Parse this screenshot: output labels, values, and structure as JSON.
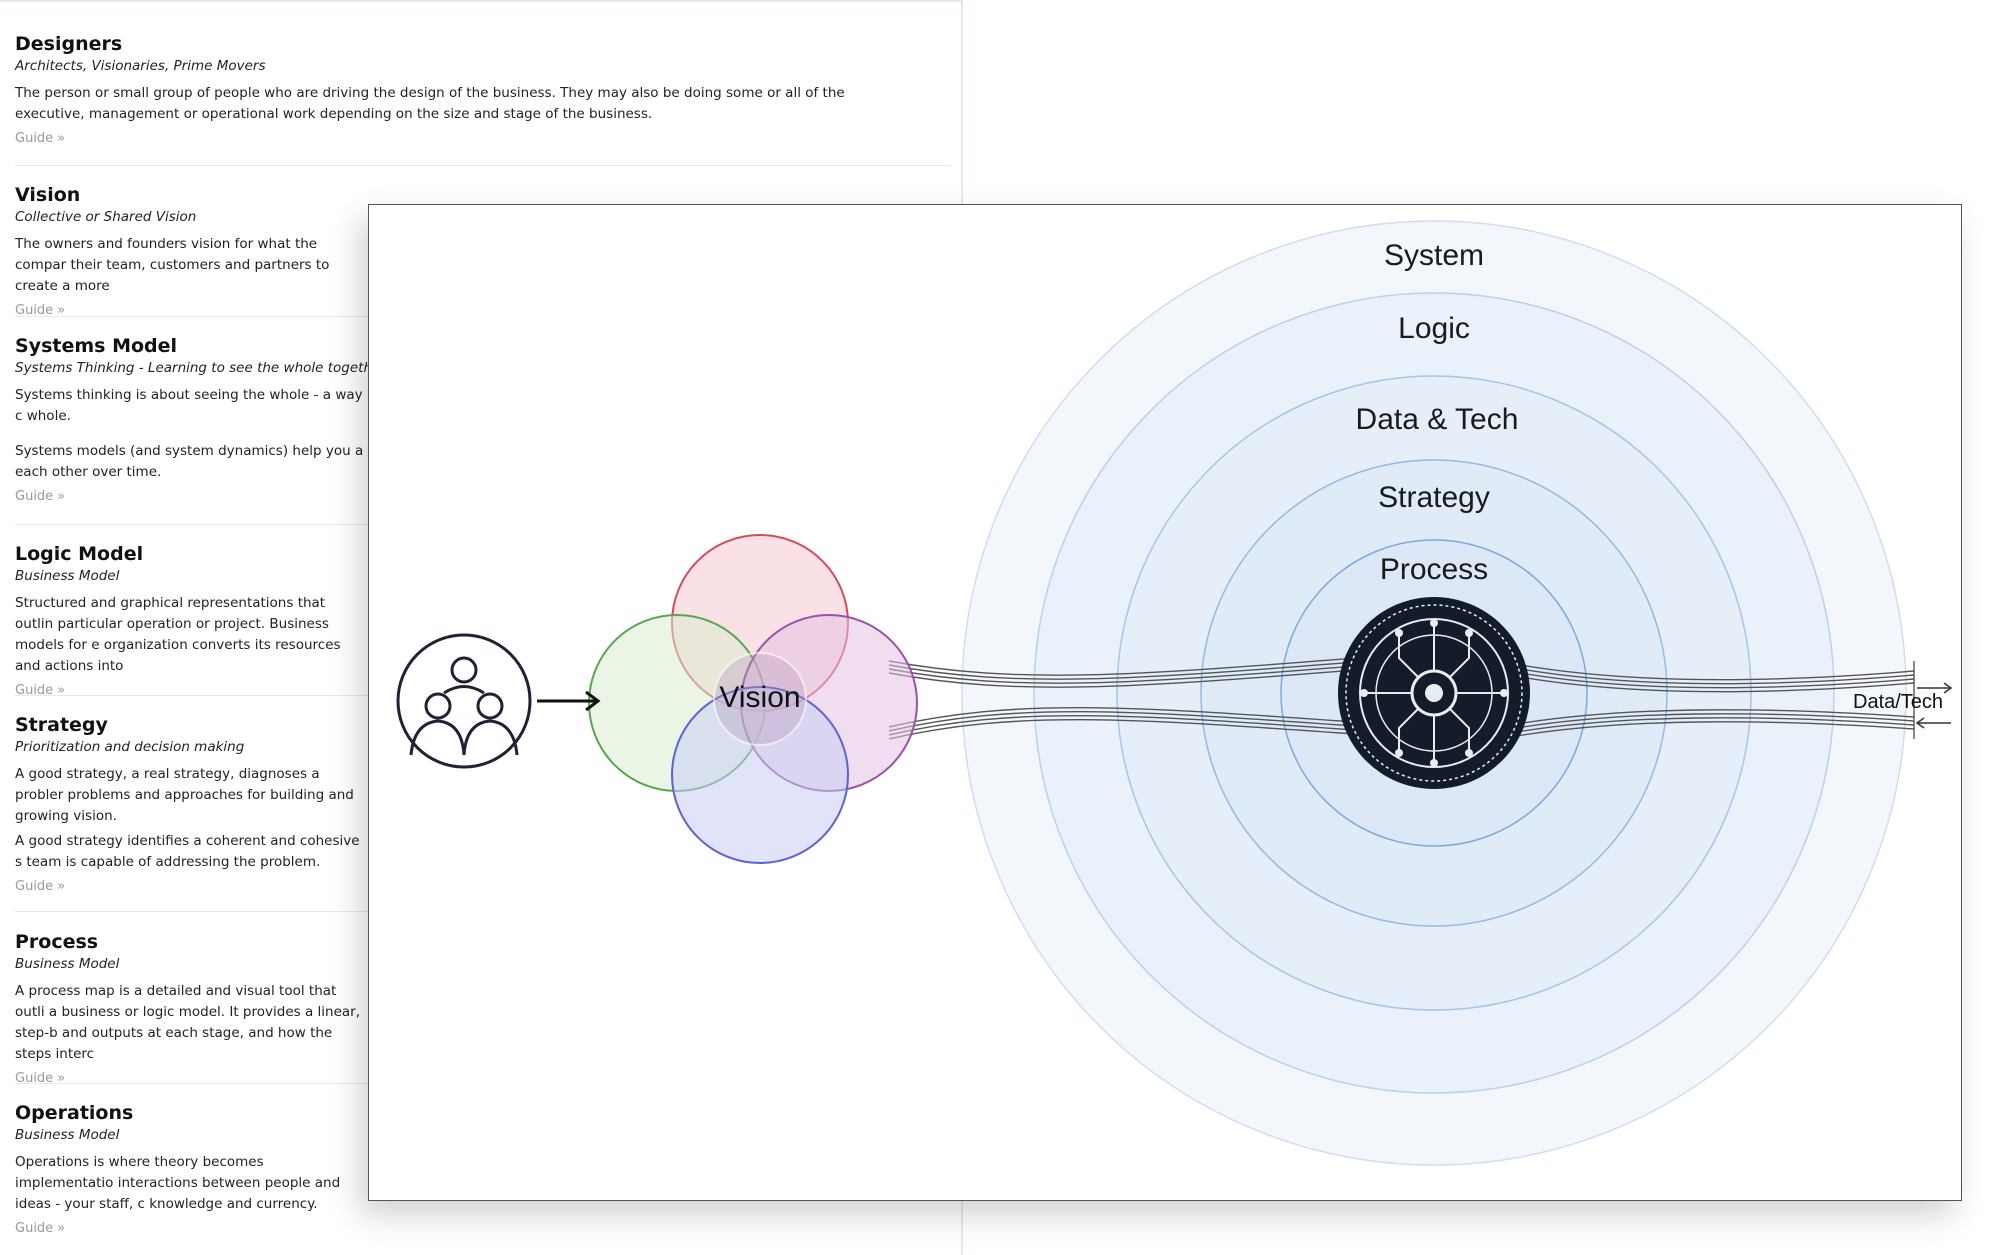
{
  "document": {
    "sections": [
      {
        "title": "Designers",
        "subtitle": "Architects, Visionaries, Prime Movers",
        "paragraphs": [
          "The person or small group of people who are driving the design of the business. They may also be doing some or all of the executive, management or operational work depending on the size and stage of the business."
        ],
        "guide": "Guide »"
      },
      {
        "title": "Vision",
        "subtitle": "Collective or Shared Vision",
        "paragraphs": [
          "The owners and founders vision for what the compar their team, customers and partners to create a more"
        ],
        "guide": "Guide »"
      },
      {
        "title": "Systems Model",
        "subtitle": "Systems Thinking - Learning to see the whole togeth",
        "paragraphs": [
          "Systems thinking is about seeing the whole - a way c whole.",
          "Systems models (and system dynamics) help you a each other over time."
        ],
        "guide": "Guide »"
      },
      {
        "title": "Logic Model",
        "subtitle": "Business Model",
        "paragraphs": [
          "Structured and graphical representations that outlin particular operation or project. Business models for e organization converts its resources and actions into"
        ],
        "guide": "Guide »"
      },
      {
        "title": "Strategy",
        "subtitle": "Prioritization and decision making",
        "paragraphs": [
          "A good strategy, a real strategy, diagnoses a probler problems and approaches for building and growing vision.",
          "A good strategy identifies a coherent and cohesive s team is capable of addressing the problem."
        ],
        "guide": "Guide »"
      },
      {
        "title": "Process",
        "subtitle": "Business Model",
        "paragraphs": [
          "A process map is a detailed and visual tool that outli a business or logic model. It provides a linear, step-b and outputs at each stage, and how the steps interc"
        ],
        "guide": "Guide »"
      },
      {
        "title": "Operations",
        "subtitle": "Business Model",
        "paragraphs": [
          "Operations is where theory becomes implementatio interactions between people and ideas - your staff, c knowledge and currency."
        ],
        "guide": "Guide »"
      }
    ]
  },
  "diagram": {
    "rings": [
      "System",
      "Logic",
      "Data & Tech",
      "Strategy",
      "Process"
    ],
    "venn_label": "Vision",
    "flow_label": "Data/Tech",
    "venn_colors": [
      "#f6c9cf",
      "#d8ecd2",
      "#e3c3e3",
      "#c9cdf3"
    ],
    "ring_fill": "#eef4fb",
    "ring_stroke": "#a9c7e8",
    "icons": [
      "people-group-icon",
      "arrow-right-icon",
      "circuit-chip-icon"
    ]
  }
}
